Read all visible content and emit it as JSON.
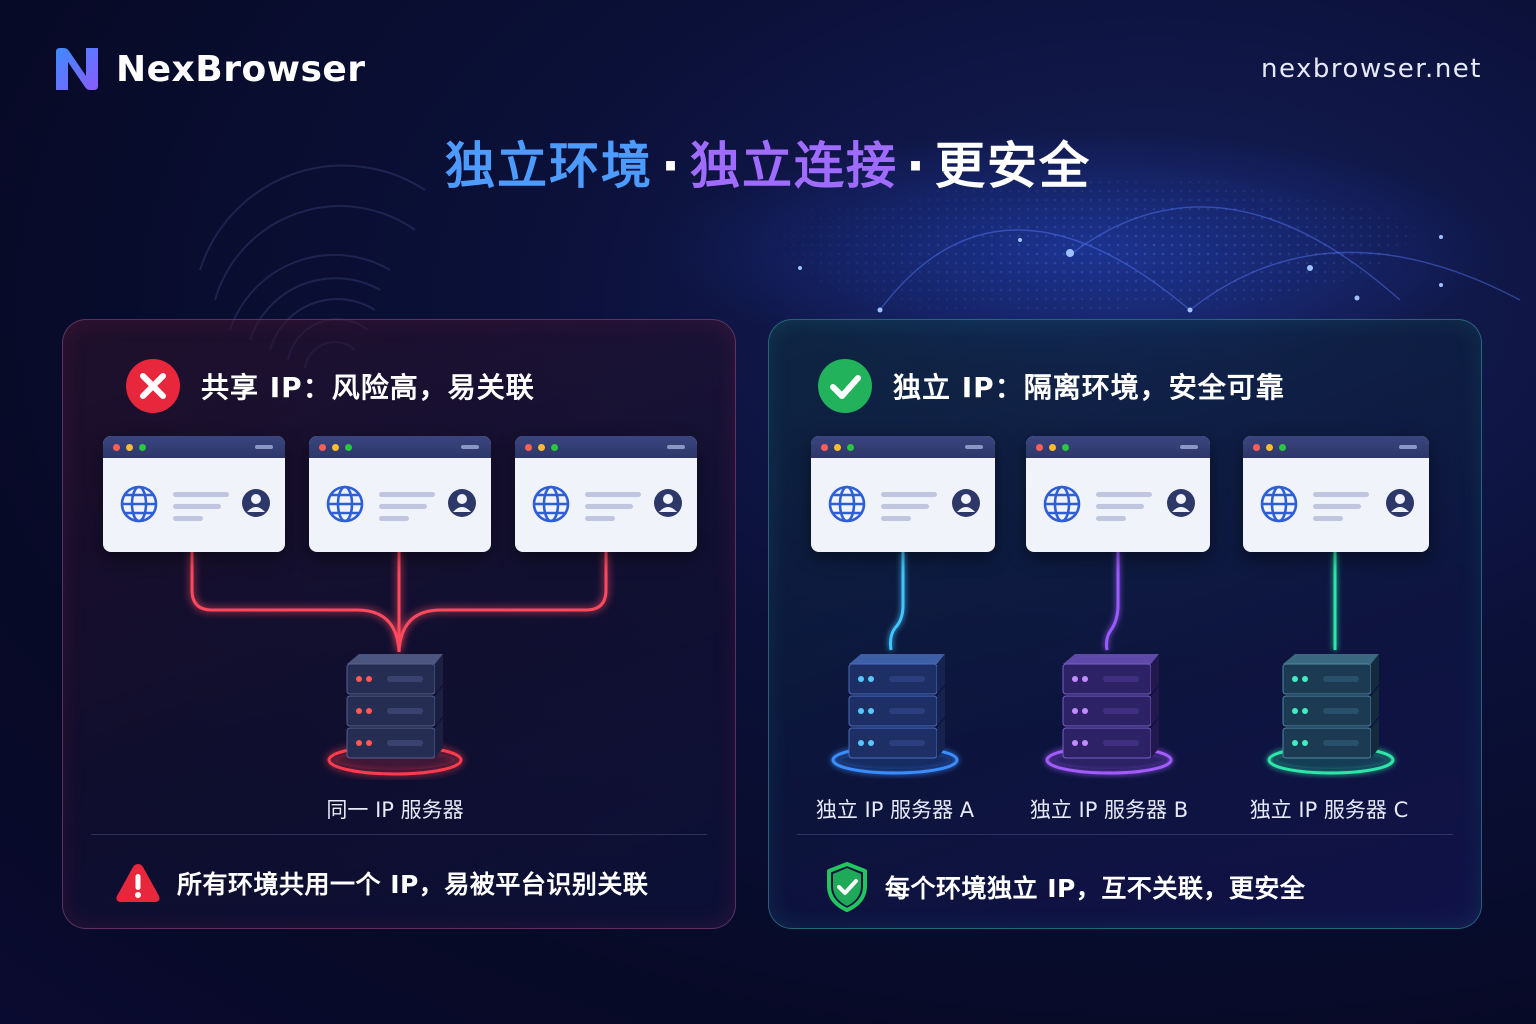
{
  "brand": {
    "name": "NexBrowser",
    "url": "nexbrowser.net",
    "logo_icon": "n-logo-icon"
  },
  "headline": {
    "part1": "独立环境",
    "sep1": "·",
    "part2": "独立连接",
    "sep2": "·",
    "part3": "更安全"
  },
  "left_panel": {
    "status_icon": "x-circle-icon",
    "title": "共享 IP：风险高，易关联",
    "server_label": "同一 IP 服务器",
    "footer_icon": "warning-triangle-icon",
    "footer_text": "所有环境共用一个 IP，易被平台识别关联",
    "accent_color": "#ff3b4e"
  },
  "right_panel": {
    "status_icon": "check-circle-icon",
    "title": "独立 IP：隔离环境，安全可靠",
    "servers": [
      {
        "label": "独立 IP 服务器 A",
        "color": "#3b8cff"
      },
      {
        "label": "独立 IP 服务器 B",
        "color": "#a35cff"
      },
      {
        "label": "独立 IP 服务器 C",
        "color": "#2ee6a8"
      }
    ],
    "footer_icon": "shield-check-icon",
    "footer_text": "每个环境独立 IP，互不关联，更安全",
    "accent_color": "#22c55e"
  },
  "window_icons": {
    "globe": "globe-icon",
    "user": "user-avatar-icon"
  }
}
